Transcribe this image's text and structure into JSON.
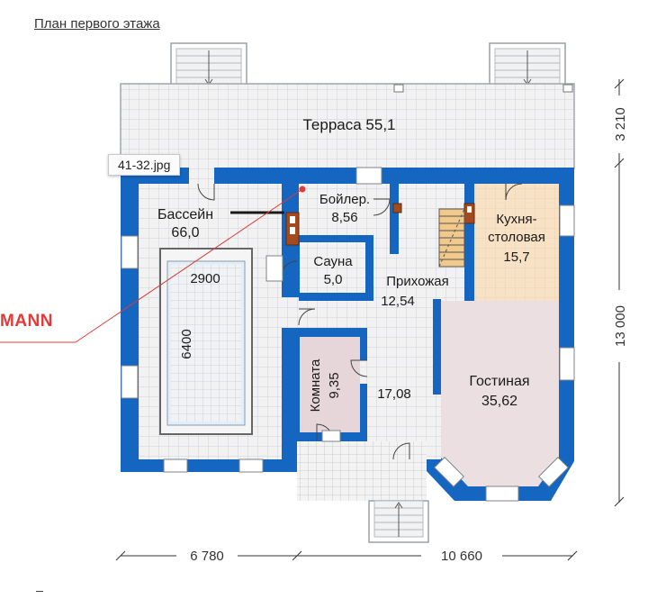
{
  "title": "План первого этажа",
  "tooltip": "41-32.jpg",
  "brand": "MANN",
  "rooms": {
    "terrace": {
      "name": "Терраса",
      "area": "55,1"
    },
    "pool": {
      "name": "Бассейн",
      "area": "66,0"
    },
    "boiler": {
      "name": "Бойлер.",
      "area": "8,56"
    },
    "sauna": {
      "name": "Сауна",
      "area": "5,0"
    },
    "kitchen": {
      "name_line1": "Кухня-",
      "name_line2": "столовая",
      "area": "15,7"
    },
    "hall": {
      "name": "Прихожая",
      "area": "12,54"
    },
    "room": {
      "name": "Комната",
      "area": "9,35"
    },
    "corridor": {
      "area": "17,08"
    },
    "living": {
      "name": "Гостиная",
      "area": "35,62"
    }
  },
  "pool_dims": {
    "width": "2900",
    "length": "6400"
  },
  "dimensions": {
    "left_width": "6 780",
    "right_width": "10 660",
    "terrace_depth": "3 210",
    "house_depth": "13 000"
  },
  "colors": {
    "wall": "#1466c0",
    "tile": "#f2f2f2",
    "grid": "#cfd3d8",
    "kitchen": "#f8e2c6",
    "bedroom": "#e6d6da",
    "living": "#ecdfe1",
    "annotation": "#e03a3a"
  }
}
